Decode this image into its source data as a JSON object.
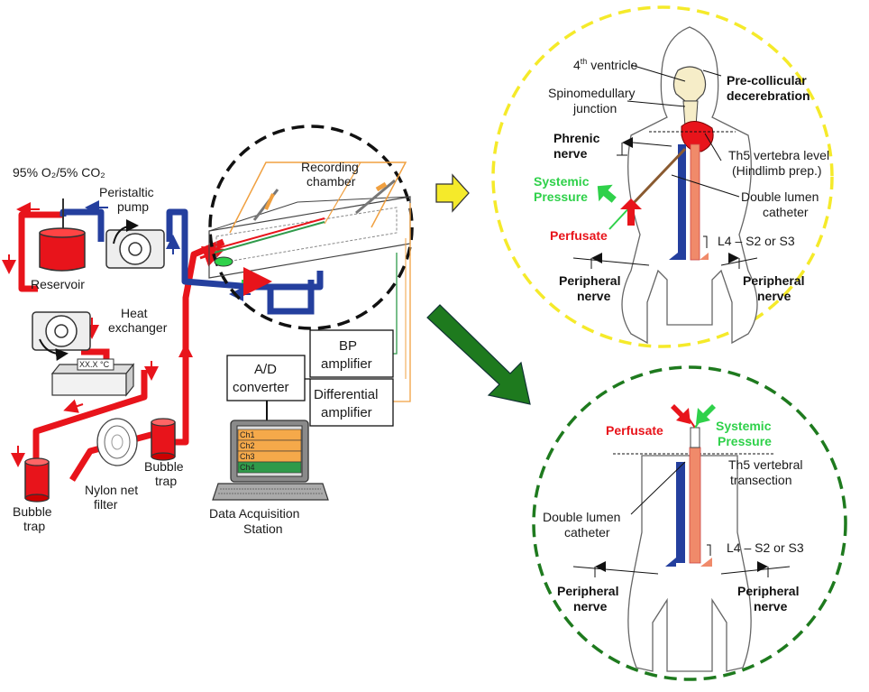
{
  "colors": {
    "red": "#e8141b",
    "blue": "#243f9e",
    "green_arrow": "#2fd14a",
    "dark_green": "#1e7a1e",
    "yellow": "#f5ea2a",
    "orange": "#f0a040",
    "channel_orange": "#f5a94a",
    "channel_green": "#2f9a4a",
    "vessel_pink": "#f08a6a"
  },
  "setup": {
    "gas_label": "95% O₂/5% CO₂",
    "peristaltic_pump": [
      "Peristaltic",
      "pump"
    ],
    "reservoir": "Reservoir",
    "heat_exchanger": [
      "Heat",
      "exchanger"
    ],
    "temp_display": "XX.X °C",
    "bubble_trap_left": [
      "Bubble",
      "trap"
    ],
    "bubble_trap_right": [
      "Bubble",
      "trap"
    ],
    "nylon_filter": [
      "Nylon net",
      "filter"
    ],
    "recording_chamber": [
      "Recording",
      "chamber"
    ],
    "ad_converter": [
      "A/D",
      "converter"
    ],
    "bp_amplifier": [
      "BP",
      "amplifier"
    ],
    "diff_amplifier": [
      "Differential",
      "amplifier"
    ],
    "daq_station": [
      "Data Acquisition",
      "Station"
    ],
    "channels": [
      "Ch1",
      "Ch2",
      "Ch3",
      "Ch4"
    ]
  },
  "top_prep": {
    "fourth_ventricle": "4",
    "fourth_ventricle_sup": "th",
    "fourth_ventricle_rest": " ventricle",
    "spinomedullary": [
      "Spinomedullary",
      "junction"
    ],
    "pre_collicular": [
      "Pre-collicular",
      "decerebration"
    ],
    "phrenic": [
      "Phrenic",
      "nerve"
    ],
    "th5_level": [
      "Th5 vertebra level",
      "(Hindlimb prep.)"
    ],
    "systemic": [
      "Systemic",
      "Pressure"
    ],
    "double_lumen": [
      "Double lumen",
      "catheter"
    ],
    "perfusate": "Perfusate",
    "l4_s2": "L4 – S2 or S3",
    "peripheral_left": [
      "Peripheral",
      "nerve"
    ],
    "peripheral_right": [
      "Peripheral",
      "nerve"
    ]
  },
  "bottom_prep": {
    "perfusate": "Perfusate",
    "systemic": [
      "Systemic",
      "Pressure"
    ],
    "th5_transection": [
      "Th5 vertebral",
      "transection"
    ],
    "double_lumen": [
      "Double lumen",
      "catheter"
    ],
    "l4_s2": "L4 – S2 or S3",
    "peripheral_left": [
      "Peripheral",
      "nerve"
    ],
    "peripheral_right": [
      "Peripheral",
      "nerve"
    ]
  }
}
